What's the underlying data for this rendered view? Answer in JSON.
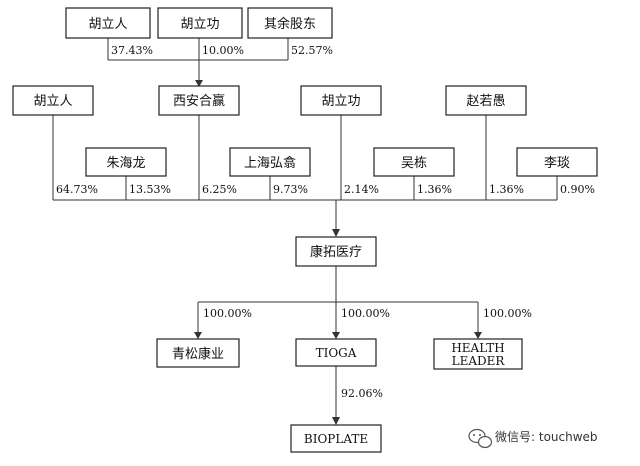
{
  "top_holders": {
    "hu_liren": "胡立人",
    "hu_ligong": "胡立功",
    "others": "其余股东",
    "pct_hu_liren": "37.43%",
    "pct_hu_ligong": "10.00%",
    "pct_others": "52.57%"
  },
  "shareholders": {
    "hu_liren": "胡立人",
    "xian_hewin": "西安合赢",
    "hu_ligong": "胡立功",
    "zhao_ruoyu": "赵若愚",
    "zhu_hailong": "朱海龙",
    "shanghai_hongxi": "上海弘翕",
    "wu_dong": "吴栋",
    "li_yan": "李琰"
  },
  "stakes": {
    "hu_liren": "64.73%",
    "zhu_hailong": "13.53%",
    "xian_hewin": "6.25%",
    "shanghai_hongxi": "9.73%",
    "hu_ligong": "2.14%",
    "wu_dong": "1.36%",
    "zhao_ruoyu": "1.36%",
    "li_yan": "0.90%"
  },
  "company": "康拓医疗",
  "subsidiaries": {
    "qingsong": "青松康业",
    "tioga": "TIOGA",
    "health_leader_line1": "HEALTH",
    "health_leader_line2": "LEADER",
    "pct_qingsong": "100.00%",
    "pct_tioga": "100.00%",
    "pct_health_leader": "100.00%"
  },
  "bioplate": {
    "name": "BIOPLATE",
    "pct": "92.06%"
  },
  "watermark": {
    "icon": "wechat-icon",
    "text": "微信号: touchweb"
  }
}
